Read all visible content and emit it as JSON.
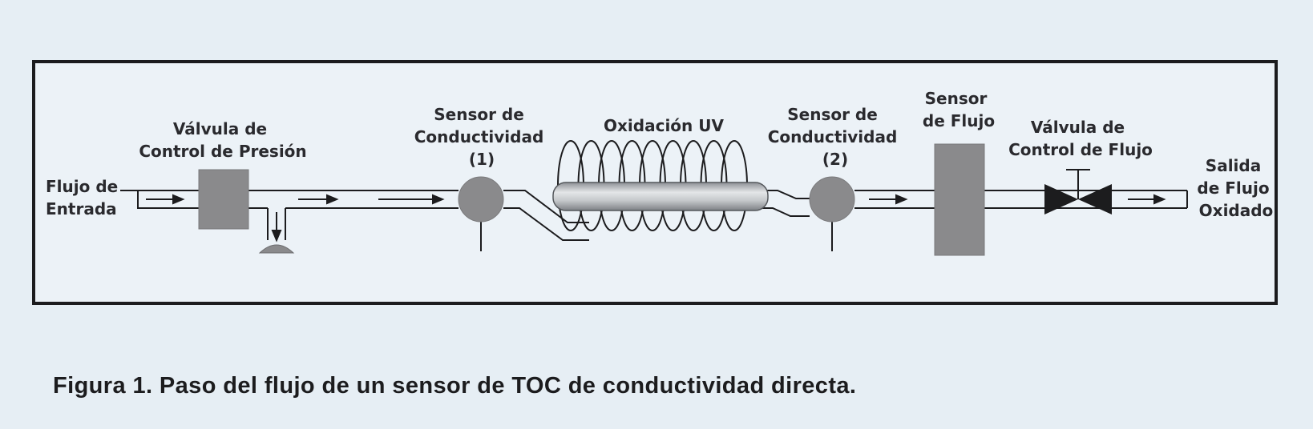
{
  "labels": {
    "inlet": [
      "Flujo de",
      "Entrada"
    ],
    "pressure_valve": [
      "Válvula de",
      "Control de Presión"
    ],
    "conductivity_sensor_1": [
      "Sensor de",
      "Conductividad",
      "(1)"
    ],
    "uv_oxidation": [
      "Oxidación UV"
    ],
    "conductivity_sensor_2": [
      "Sensor de",
      "Conductividad",
      "(2)"
    ],
    "flow_sensor": [
      "Sensor",
      "de Flujo"
    ],
    "flow_valve": [
      "Válvula de",
      "Control de Flujo"
    ],
    "outlet": [
      "Salida",
      "de Flujo",
      "Oxidado"
    ]
  },
  "caption": "Figura 1. Paso del flujo de un sensor de TOC de conductividad directa.",
  "colors": {
    "background": "#e6eef4",
    "ink": "#1c1c1e",
    "component_gray": "#8a8a8c",
    "uv_lamp": "#b9bcc0"
  }
}
